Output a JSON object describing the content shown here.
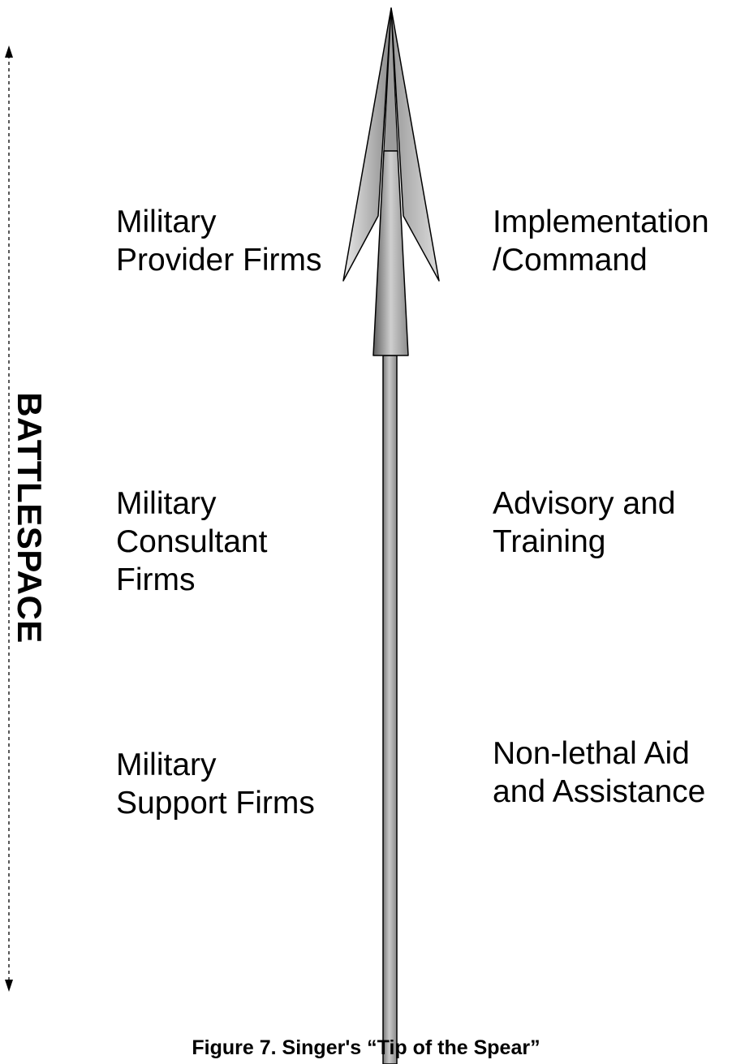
{
  "diagram": {
    "axis_label": "BATTLESPACE",
    "tiers": [
      {
        "firm_lines": [
          "Military",
          "Provider Firms"
        ],
        "role_lines": [
          "Implementation",
          "/Command"
        ]
      },
      {
        "firm_lines": [
          "Military",
          "Consultant",
          "Firms"
        ],
        "role_lines": [
          "Advisory and",
          "Training"
        ]
      },
      {
        "firm_lines": [
          "Military",
          "Support Firms"
        ],
        "role_lines": [
          "Non-lethal Aid",
          "and Assistance"
        ]
      }
    ],
    "caption": "Figure 7. Singer's “Tip of the Spear”",
    "icons": {
      "spear": "spear-arrow-icon",
      "axis": "double-headed-dashed-arrow-icon"
    },
    "colors": {
      "text": "#000000",
      "spear_dark": "#6f6f6f",
      "spear_light": "#d8d8d8",
      "outline": "#000000",
      "background": "#ffffff"
    }
  }
}
